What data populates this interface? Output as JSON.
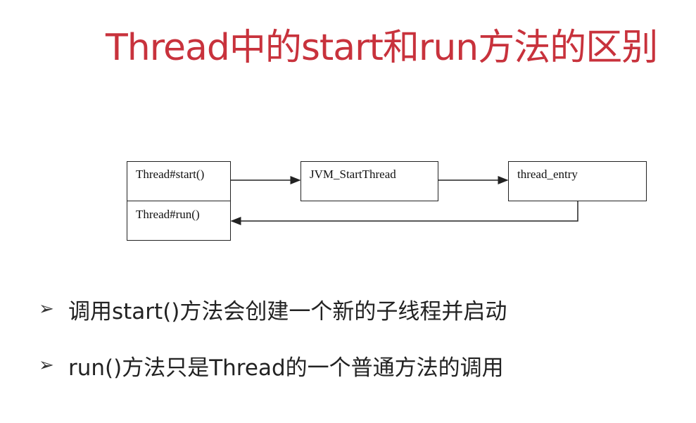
{
  "title": "Thread中的start和run方法的区别",
  "diagram": {
    "nodes": {
      "thread_start": "Thread#start()",
      "thread_run": "Thread#run()",
      "jvm_start_thread": "JVM_StartThread",
      "thread_entry": "thread_entry"
    },
    "edges": [
      {
        "from": "thread_start",
        "to": "jvm_start_thread"
      },
      {
        "from": "jvm_start_thread",
        "to": "thread_entry"
      },
      {
        "from": "thread_entry",
        "to": "thread_run"
      }
    ]
  },
  "bullets": [
    {
      "marker": "➢",
      "text": "调用start()方法会创建一个新的子线程并启动"
    },
    {
      "marker": "➢",
      "text": "run()方法只是Thread的一个普通方法的调用"
    }
  ],
  "colors": {
    "title": "#c8323c",
    "line": "#222222",
    "text": "#222222"
  }
}
